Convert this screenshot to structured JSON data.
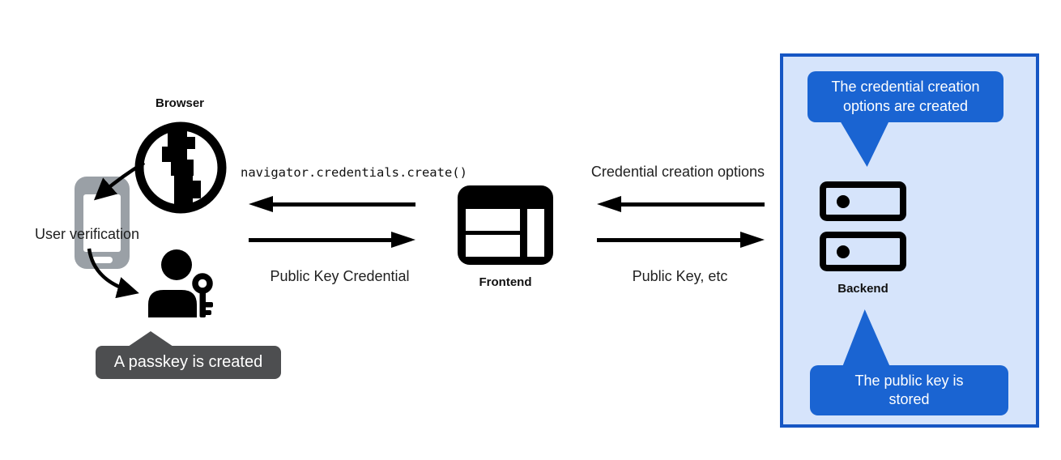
{
  "left": {
    "browser_label": "Browser",
    "user_verification_label": "User verification",
    "passkey_tooltip": "A passkey is created"
  },
  "frontend": {
    "label": "Frontend"
  },
  "flows": {
    "create_call": "navigator.credentials.create()",
    "public_key_credential": "Public Key Credential",
    "credential_creation_options": "Credential creation options",
    "public_key_etc": "Public Key, etc"
  },
  "backend": {
    "label": "Backend",
    "top_callout_line1": "The credential creation",
    "top_callout_line2": "options are created",
    "bottom_callout_line1": "The public key is",
    "bottom_callout_line2": "stored"
  },
  "colors": {
    "callout_blue": "#1a64d2",
    "panel_background": "#d6e4fb",
    "panel_border": "#1656c4",
    "tooltip_gray": "#4d4e50",
    "phone_gray": "#9aa0a6",
    "ink": "#000000"
  }
}
